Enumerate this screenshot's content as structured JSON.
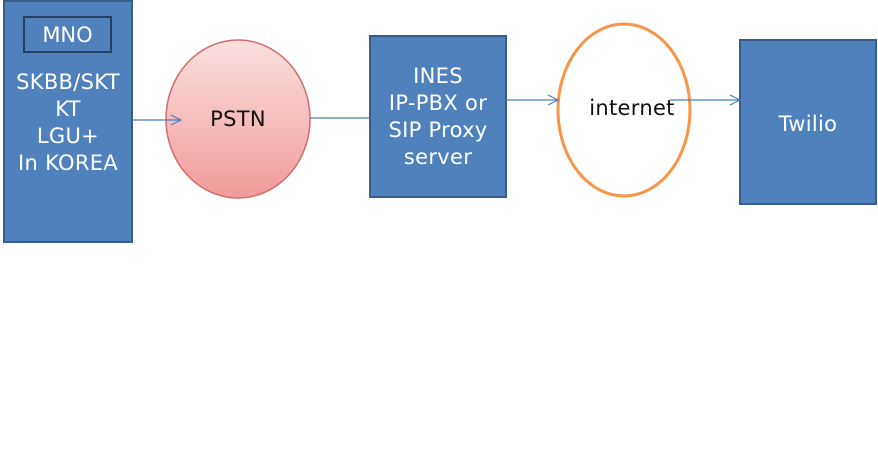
{
  "colors": {
    "box_fill": "#4f81bd",
    "box_border": "#385d8a",
    "pstn_fill_top": "#f9d2d2",
    "pstn_fill_bottom": "#f4a6a6",
    "pstn_border": "#d46a6a",
    "internet_border": "#f79646",
    "arrow": "#4a7ebb"
  },
  "nodes": {
    "mno": {
      "label": "MNO",
      "lines": [
        "SKBB/SKT",
        "KT",
        "LGU+",
        "In KOREA"
      ]
    },
    "pstn": {
      "label": "PSTN"
    },
    "ines": {
      "lines": [
        "INES",
        "IP-PBX or",
        "SIP Proxy",
        "server"
      ]
    },
    "internet": {
      "label": "internet"
    },
    "twilio": {
      "label": "Twilio"
    }
  }
}
